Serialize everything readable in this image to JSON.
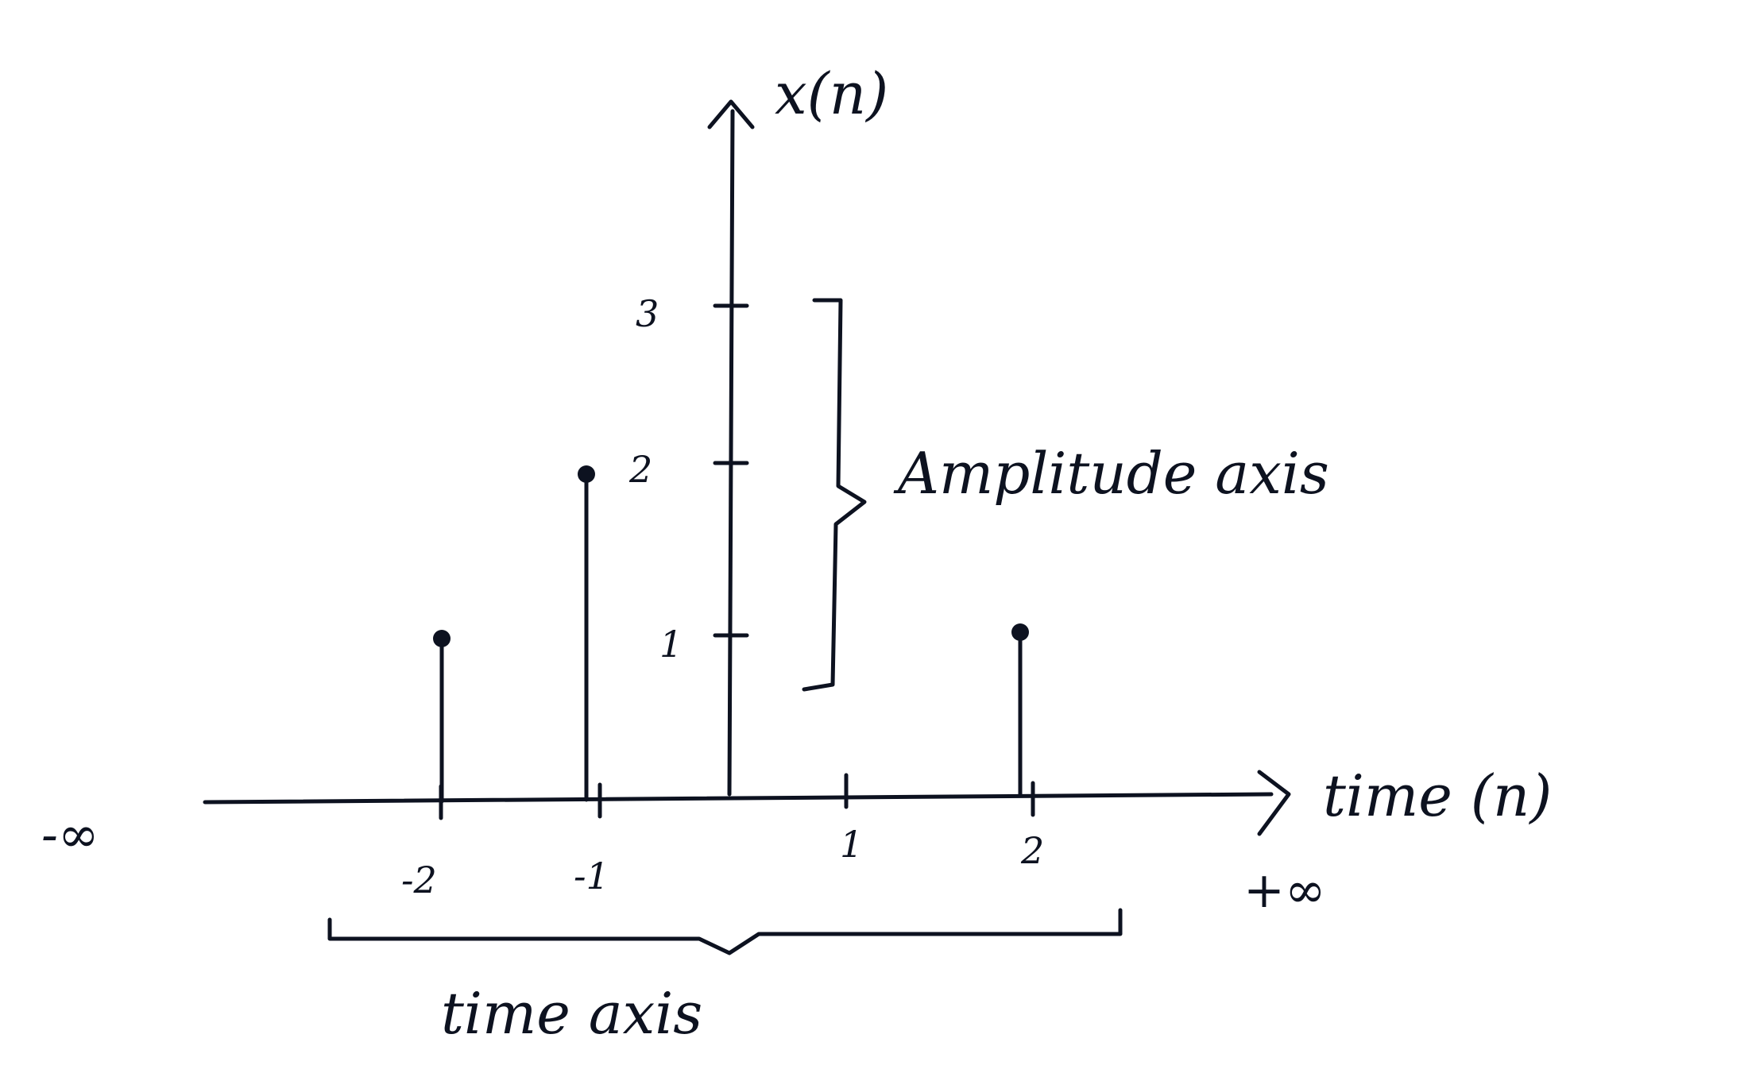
{
  "diagram": {
    "y_axis_label": "x(n)",
    "x_axis_label": "time (n)",
    "amplitude_annotation": "Amplitude axis",
    "time_annotation": "time axis",
    "neg_infinity": "-∞",
    "pos_infinity": "+∞",
    "y_ticks": [
      "1",
      "2",
      "3"
    ],
    "x_ticks": [
      "-2",
      "-1",
      "1",
      "2"
    ],
    "ink_color": "#0d1220"
  },
  "chart_data": {
    "type": "stem",
    "samples": [
      {
        "n": -2,
        "x": 1
      },
      {
        "n": -1,
        "x": 2
      },
      {
        "n": 0,
        "x": 0
      },
      {
        "n": 1,
        "x": 0
      },
      {
        "n": 2,
        "x": 1
      }
    ]
  }
}
